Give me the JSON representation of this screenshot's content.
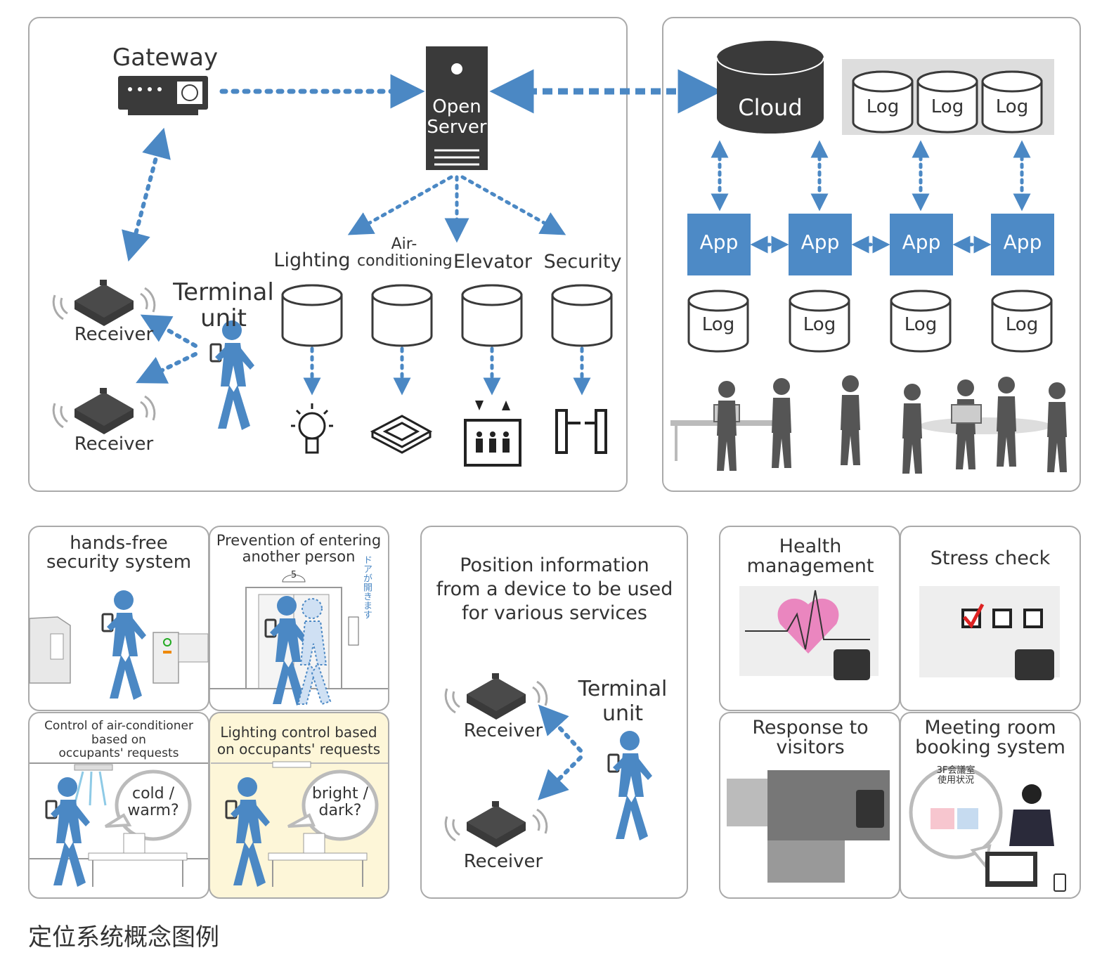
{
  "colors": {
    "accent": "#4b88c4",
    "dark": "#3a3a3a",
    "border": "#aaaaaa",
    "app": "#4d8ac6",
    "cream": "#fdf6d8"
  },
  "network": {
    "gateway": "Gateway",
    "open_server": "Open\nServer",
    "cloud": "Cloud",
    "terminal": "Terminal\nunit",
    "receiver": "Receiver",
    "systems": [
      "Lighting",
      "Air-\nconditioning",
      "Elevator",
      "Security"
    ],
    "cloud_logs": [
      "Log",
      "Log",
      "Log"
    ],
    "apps": [
      "App",
      "App",
      "App",
      "App"
    ],
    "app_logs": [
      "Log",
      "Log",
      "Log",
      "Log"
    ]
  },
  "scenes": {
    "security": "hands-free\nsecurity system",
    "entering": "Prevention of entering\nanother person",
    "floor": "5",
    "door_note": "ドアが開きます",
    "aircon": "Control of air-conditioner\nbased on\noccupants' requests",
    "aircon_bubble": "cold /\nwarm?",
    "lighting": "Lighting control based\non occupants' requests",
    "lighting_bubble": "bright /\ndark?"
  },
  "center": {
    "title": "Position information\nfrom a device to be used\nfor various services",
    "receiver": "Receiver",
    "terminal": "Terminal\nunit"
  },
  "services": {
    "health": "Health\nmanagement",
    "stress": "Stress check",
    "visitors": "Response to\nvisitors",
    "booking": "Meeting room\nbooking system",
    "room_note": "3F会議室\n使用状況"
  },
  "caption": "定位系统概念图例"
}
